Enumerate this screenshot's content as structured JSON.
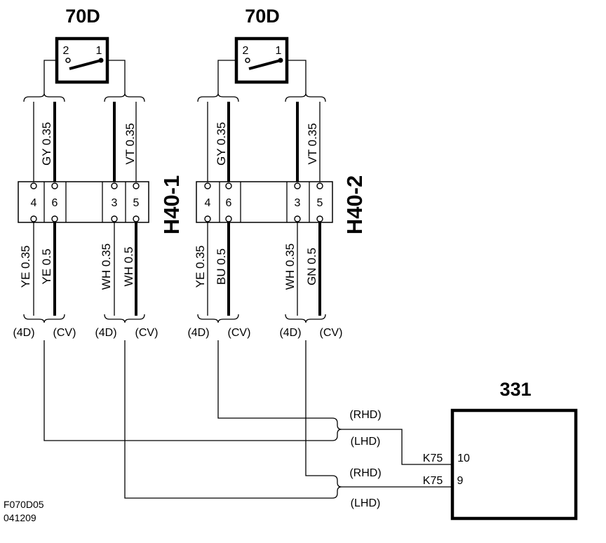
{
  "switches": [
    {
      "label": "70D",
      "pin_left": "2",
      "pin_right": "1"
    },
    {
      "label": "70D",
      "pin_left": "2",
      "pin_right": "1"
    }
  ],
  "connectors": [
    {
      "label": "H40-1",
      "top_wires": [
        {
          "text": "GY  0.35"
        },
        {
          "text": "VT  0.35"
        }
      ],
      "pins": [
        "4",
        "6",
        "3",
        "5"
      ],
      "bottom_wires": [
        {
          "text": "YE  0.35"
        },
        {
          "text": "YE  0.5"
        },
        {
          "text": "WH  0.35"
        },
        {
          "text": "WH  0.5"
        }
      ],
      "variants": [
        "(4D)",
        "(CV)",
        "(4D)",
        "(CV)"
      ]
    },
    {
      "label": "H40-2",
      "top_wires": [
        {
          "text": "GY  0.35"
        },
        {
          "text": "VT  0.35"
        }
      ],
      "pins": [
        "4",
        "6",
        "3",
        "5"
      ],
      "bottom_wires": [
        {
          "text": "YE  0.35"
        },
        {
          "text": "BU  0.5"
        },
        {
          "text": "WH  0.35"
        },
        {
          "text": "GN  0.5"
        }
      ],
      "variants": [
        "(4D)",
        "(CV)",
        "(4D)",
        "(CV)"
      ]
    }
  ],
  "drive_options": [
    "(RHD)",
    "(LHD)",
    "(RHD)",
    "(LHD)"
  ],
  "module": {
    "label": "331",
    "pins": [
      {
        "connector": "K75",
        "pin": "10"
      },
      {
        "connector": "K75",
        "pin": "9"
      }
    ]
  },
  "drawing_code": {
    "line1": "F070D05",
    "line2": "041209"
  }
}
